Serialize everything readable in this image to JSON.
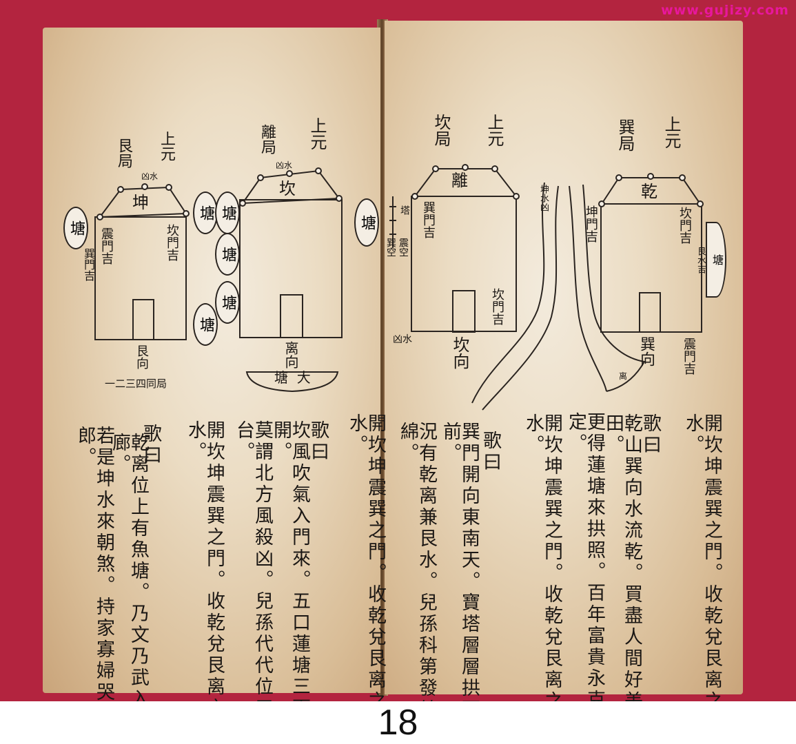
{
  "watermark": "www.gujizy.com",
  "page_number": "18",
  "diagrams": {
    "kun_ju": {
      "shang_yuan": "上元",
      "ju": "艮局",
      "shui_marks": "凶水",
      "roof": "坤",
      "left_gate": "震門吉",
      "right_gate": "坎門吉",
      "far_left": "巽門吉",
      "xiang": "艮向",
      "ju_order": "一二三四同局"
    },
    "kan_ju": {
      "shang_yuan": "上元",
      "ju": "離局",
      "shui_marks": "凶水",
      "roof": "坎",
      "xiang": "离向",
      "big_pond_1": "大",
      "big_pond_2": "塘"
    },
    "li_ju": {
      "shang_yuan": "上元",
      "ju": "坎局",
      "roof": "離",
      "left_gate": "巽門吉",
      "right_gate": "坎門吉",
      "tower": "塔",
      "zhen_kong": "震空",
      "xun_kong": "巽空",
      "xiong_shui": "凶水",
      "xiang": "坎向"
    },
    "qian_ju": {
      "shang_yuan": "上元",
      "ju": "巽局",
      "roof": "乾",
      "left_gate": "坤門吉",
      "right_gate": "坎門吉",
      "xiang": "巽向",
      "zhen_gate": "震門吉",
      "kun_shui": "坤水凶",
      "gen_shui": "艮水吉",
      "li_mark": "离"
    },
    "pond_label": "塘"
  },
  "verses": [
    "開坎坤震巽之門。收乾兌艮离之水。",
    "歌曰",
    "乾山巽向水流乾。買盡人間好美田。",
    "更得蓮塘來拱照。百年富貴永克定。",
    "開坎坤震巽之門。收乾兌艮离之水。",
    "歌曰",
    "巽門開向東南天。寶塔層層拱面前。",
    "況有乾离兼艮水。兒孫科第發綿綿。",
    "開坎坤震巽之門。收乾兌艮离之水。",
    "歌曰",
    "坎風吹氣入門來。五口蓮塘三面開。",
    "莫謂北方風殺凶。兒孫代代位三台。",
    "開坎坤震巽之門。收乾兌艮离之水。",
    "歌曰",
    "乾离位上有魚塘。乃文乃武入廟廊。",
    "若是坤水來朝煞。持家寡婦哭兒郎。"
  ]
}
